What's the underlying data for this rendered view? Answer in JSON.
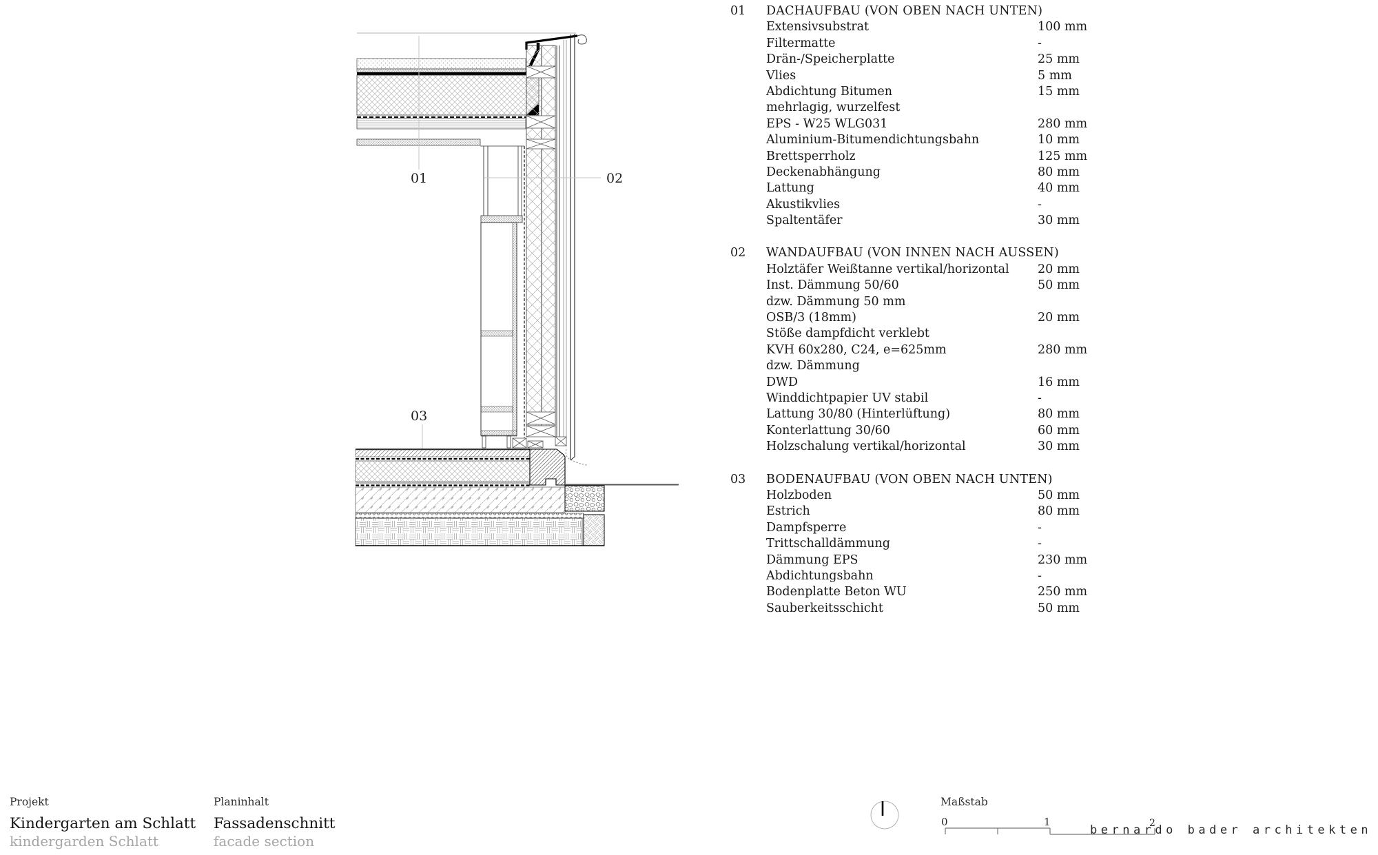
{
  "drawing": {
    "labels": {
      "l01": "01",
      "l02": "02",
      "l03": "03"
    }
  },
  "legend": {
    "sections": [
      {
        "num": "01",
        "title": "DACHAUFBAU (VON OBEN NACH UNTEN)",
        "items": [
          {
            "name": "Extensivsubstrat",
            "value": "100 mm"
          },
          {
            "name": "Filtermatte",
            "value": "-"
          },
          {
            "name": "Drän-/Speicherplatte",
            "value": "25 mm"
          },
          {
            "name": "Vlies",
            "value": "5 mm"
          },
          {
            "name": "Abdichtung Bitumen",
            "value": "15 mm"
          },
          {
            "name": "mehrlagig, wurzelfest",
            "value": ""
          },
          {
            "name": "EPS - W25 WLG031",
            "value": "280 mm"
          },
          {
            "name": "Aluminium-Bitumendichtungsbahn",
            "value": "10 mm"
          },
          {
            "name": "Brettsperrholz",
            "value": "125 mm"
          },
          {
            "name": "Deckenabhängung",
            "value": "80 mm"
          },
          {
            "name": "Lattung",
            "value": "40 mm"
          },
          {
            "name": "Akustikvlies",
            "value": "-"
          },
          {
            "name": "Spaltentäfer",
            "value": "30 mm"
          }
        ]
      },
      {
        "num": "02",
        "title": "WANDAUFBAU (VON INNEN NACH AUSSEN)",
        "items": [
          {
            "name": "Holztäfer Weißtanne vertikal/horizontal",
            "value": "20 mm"
          },
          {
            "name": "Inst. Dämmung 50/60",
            "value": "50 mm"
          },
          {
            "name": "dzw. Dämmung 50 mm",
            "value": ""
          },
          {
            "name": "OSB/3 (18mm)",
            "value": "20 mm"
          },
          {
            "name": "Stöße dampfdicht verklebt",
            "value": ""
          },
          {
            "name": "KVH 60x280, C24, e=625mm",
            "value": "280 mm"
          },
          {
            "name": "dzw. Dämmung",
            "value": ""
          },
          {
            "name": "DWD",
            "value": "16 mm"
          },
          {
            "name": "Winddichtpapier UV stabil",
            "value": "-"
          },
          {
            "name": "Lattung 30/80 (Hinterlüftung)",
            "value": "80 mm"
          },
          {
            "name": "Konterlattung 30/60",
            "value": "60 mm"
          },
          {
            "name": "Holzschalung vertikal/horizontal",
            "value": "30 mm"
          }
        ]
      },
      {
        "num": "03",
        "title": "BODENAUFBAU (VON OBEN NACH UNTEN)",
        "items": [
          {
            "name": "Holzboden",
            "value": "50 mm"
          },
          {
            "name": "Estrich",
            "value": "80 mm"
          },
          {
            "name": "Dampfsperre",
            "value": "-"
          },
          {
            "name": "Trittschalldämmung",
            "value": "-"
          },
          {
            "name": "Dämmung EPS",
            "value": "230 mm"
          },
          {
            "name": "Abdichtungsbahn",
            "value": "-"
          },
          {
            "name": "Bodenplatte Beton WU",
            "value": "250 mm"
          },
          {
            "name": "Sauberkeitsschicht",
            "value": "50 mm"
          }
        ]
      }
    ]
  },
  "footer": {
    "project_label": "Projekt",
    "project_title": "Kindergarten am Schlatt",
    "project_subtitle": "kindergarden Schlatt",
    "plan_label": "Planinhalt",
    "plan_title": "Fassadenschnitt",
    "plan_subtitle": "facade section",
    "scale_label": "Maßstab",
    "scale_ticks": [
      "0",
      "1",
      "2"
    ],
    "firm": "bernardo bader architekten"
  },
  "colors": {
    "line": "#000000",
    "hatch_gray": "#b0b0b0",
    "leader_gray": "#c5c5c5",
    "subtitle_gray": "#a6a6a6",
    "background": "#ffffff"
  }
}
